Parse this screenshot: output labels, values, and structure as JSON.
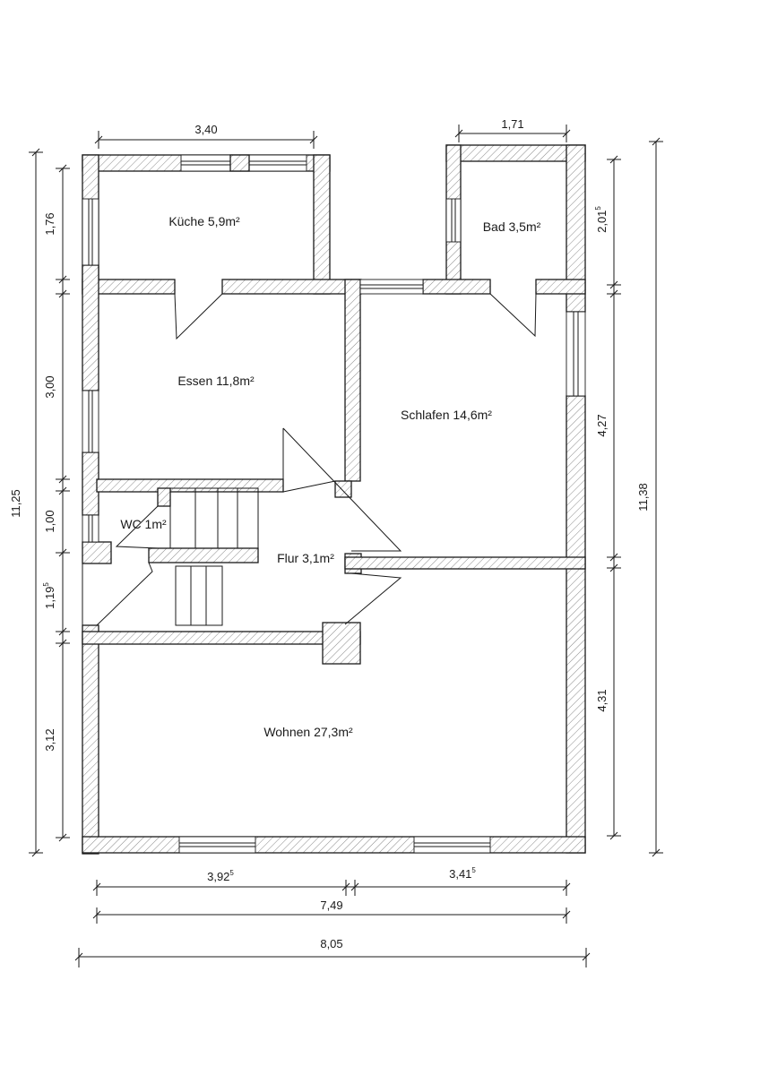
{
  "rooms": {
    "kueche": "Küche 5,9m²",
    "bad": "Bad  3,5m²",
    "essen": "Essen  11,8m²",
    "schlafen": "Schlafen  14,6m²",
    "wc": "WC  1m²",
    "flur": "Flur  3,1m²",
    "wohnen": "Wohnen  27,3m²"
  },
  "dimensions": {
    "top_kueche": "3,40",
    "top_bad": "1,71",
    "left_total": "11,25",
    "left_176": "1,76",
    "left_300": "3,00",
    "left_100": "1,00",
    "left_119": "1,19",
    "left_119_sup": "5",
    "left_312": "3,12",
    "right_total": "11,38",
    "right_201": "2,01",
    "right_201_sup": "5",
    "right_427": "4,27",
    "right_431": "4,31",
    "bottom_392": "3,92",
    "bottom_392_sup": "5",
    "bottom_341": "3,41",
    "bottom_341_sup": "5",
    "bottom_749": "7,49",
    "bottom_805": "8,05"
  }
}
